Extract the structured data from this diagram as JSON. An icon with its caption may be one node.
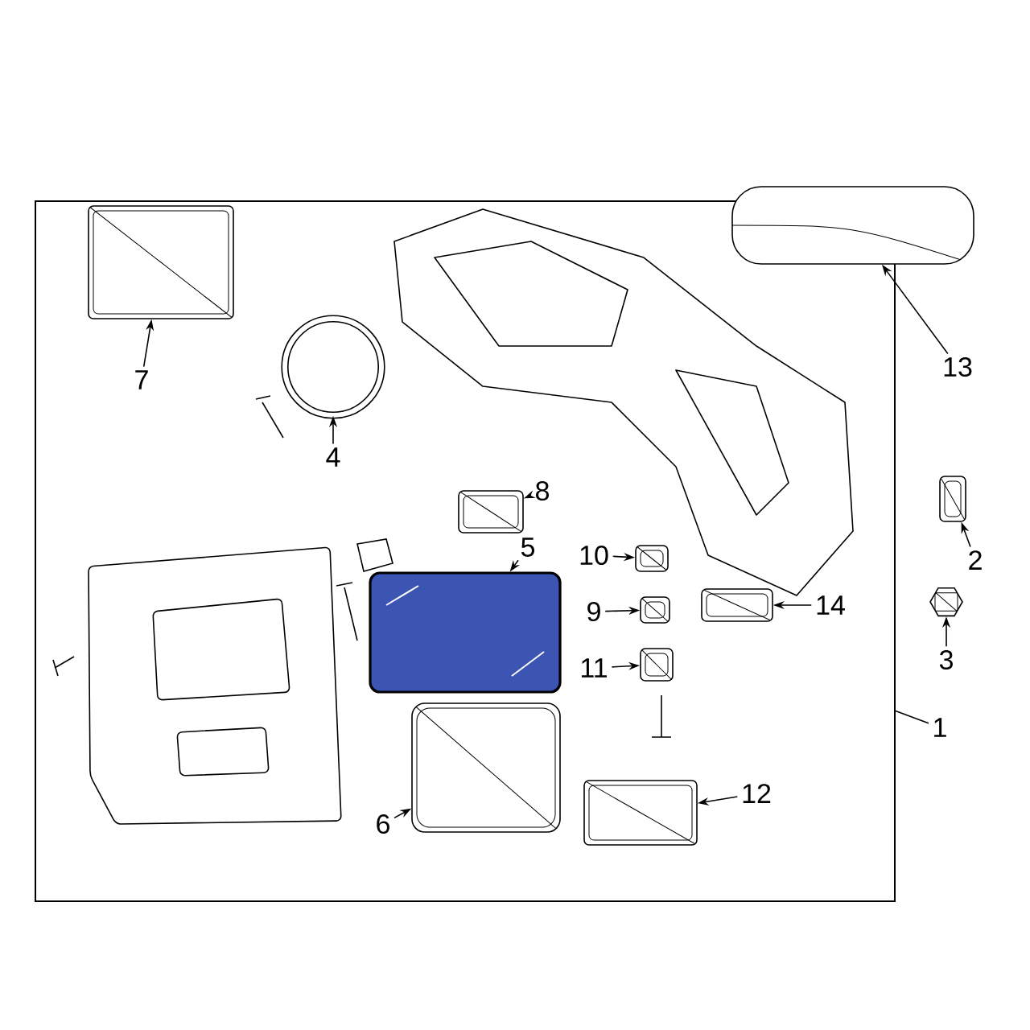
{
  "diagram": {
    "nodes": [
      {
        "text": [],
        "shape": "box"
      },
      {
        "text": [],
        "shape": "picture",
        "in": 0
      },
      {
        "text": [
          "7"
        ],
        "in": 0
      },
      {
        "text": [],
        "shape": "circle",
        "in": 0
      },
      {
        "text": [
          "4"
        ],
        "in": 0
      },
      {
        "text": [],
        "shape": "picture"
      },
      {
        "text": [
          "13"
        ]
      },
      {
        "text": [],
        "shape": "picture"
      },
      {
        "text": [
          "2"
        ]
      },
      {
        "text": [],
        "shape": "picture"
      },
      {
        "text": [
          "3"
        ]
      },
      {
        "text": [],
        "shape": "picture",
        "in": 0
      },
      {
        "text": [
          "8"
        ],
        "in": 0
      },
      {
        "text": [],
        "shape": "picture",
        "in": 0
      },
      {
        "text": [
          "5"
        ],
        "in": 0
      },
      {
        "text": [],
        "shape": "picture",
        "in": 0
      },
      {
        "text": [
          "10"
        ],
        "in": 0
      },
      {
        "text": [],
        "shape": "picture",
        "in": 0
      },
      {
        "text": [
          "9"
        ],
        "in": 0
      },
      {
        "text": [],
        "shape": "picture",
        "in": 0
      },
      {
        "text": [
          "11"
        ],
        "in": 0
      },
      {
        "text": [],
        "shape": "picture",
        "in": 0
      },
      {
        "text": [
          "14"
        ],
        "in": 0
      },
      {
        "text": [],
        "shape": "picture",
        "in": 0
      },
      {
        "text": [
          "6"
        ],
        "in": 0
      },
      {
        "text": [],
        "shape": "picture",
        "in": 0
      },
      {
        "text": [
          "12"
        ],
        "in": 0
      },
      {
        "text": [
          "1"
        ]
      }
    ],
    "edges": [
      {
        "from": 2,
        "to": 1,
        "arrow": "to"
      },
      {
        "from": 4,
        "to": 3,
        "arrow": "to"
      },
      {
        "from": 6,
        "to": 5,
        "arrow": "to"
      },
      {
        "from": 8,
        "to": 7,
        "arrow": "to"
      },
      {
        "from": 10,
        "to": 9,
        "arrow": "to"
      },
      {
        "from": 12,
        "to": 11,
        "arrow": "to"
      },
      {
        "from": 14,
        "to": 13,
        "arrow": "to"
      },
      {
        "from": 16,
        "to": 15,
        "arrow": "to"
      },
      {
        "from": 18,
        "to": 17,
        "arrow": "to"
      },
      {
        "from": 20,
        "to": 19,
        "arrow": "to"
      },
      {
        "from": 22,
        "to": 21,
        "arrow": "to"
      },
      {
        "from": 24,
        "to": 23,
        "arrow": "to"
      },
      {
        "from": 26,
        "to": 25,
        "arrow": "to"
      },
      {
        "from": 27,
        "to": 0,
        "arrow": "none"
      }
    ]
  }
}
